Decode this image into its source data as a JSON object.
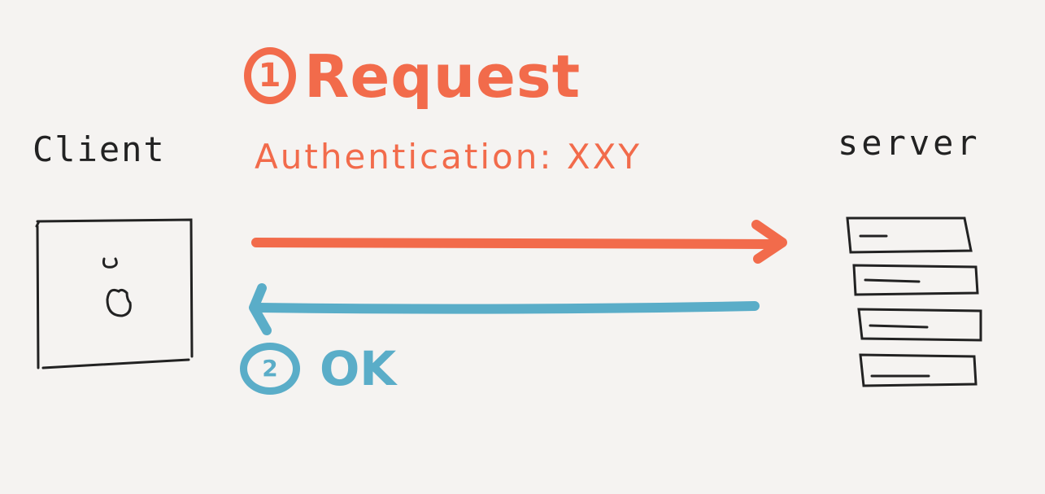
{
  "client": {
    "label": "Client"
  },
  "server": {
    "label": "server"
  },
  "request": {
    "step": "1",
    "title": "Request",
    "header": "Authentication: XXY"
  },
  "response": {
    "step": "2",
    "title": "OK"
  },
  "colors": {
    "request": "#f26b4b",
    "response": "#5aadc8",
    "ink": "#222222",
    "background": "#f5f3f1"
  }
}
